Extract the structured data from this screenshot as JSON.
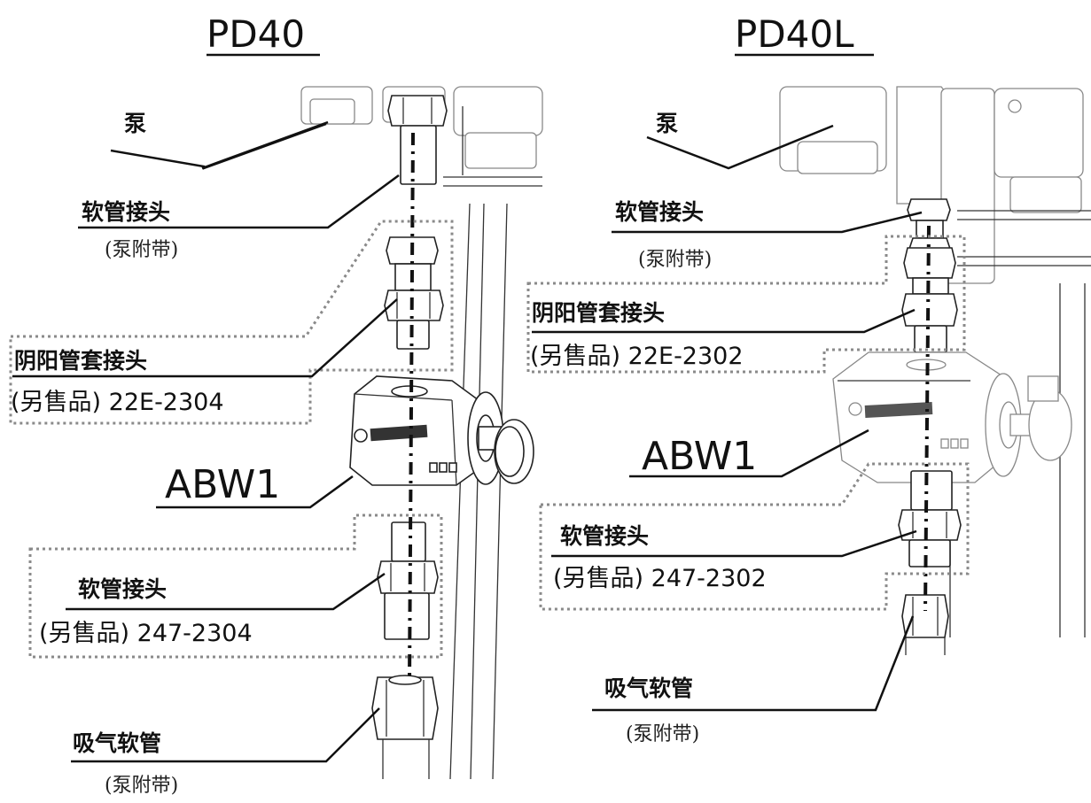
{
  "left": {
    "title": "PD40",
    "pump_label": "泵",
    "hose_fitting_label": "软管接头",
    "hose_fitting_note": "(泵附带)",
    "reducer_label": "阴阳管套接头",
    "reducer_part": "(另售品) 22E-2304",
    "unit_label": "ABW1",
    "fitting2_label": "软管接头",
    "fitting2_part": "(另售品) 247-2304",
    "suction_label": "吸气软管",
    "suction_note": "(泵附带)"
  },
  "right": {
    "title": "PD40L",
    "pump_label": "泵",
    "hose_fitting_label": "软管接头",
    "hose_fitting_note": "(泵附带)",
    "reducer_label": "阴阳管套接头",
    "reducer_part": "(另售品) 22E-2302",
    "unit_label": "ABW1",
    "fitting2_label": "软管接头",
    "fitting2_part": "(另售品) 247-2302",
    "suction_label": "吸气软管",
    "suction_note": "(泵附带)"
  }
}
